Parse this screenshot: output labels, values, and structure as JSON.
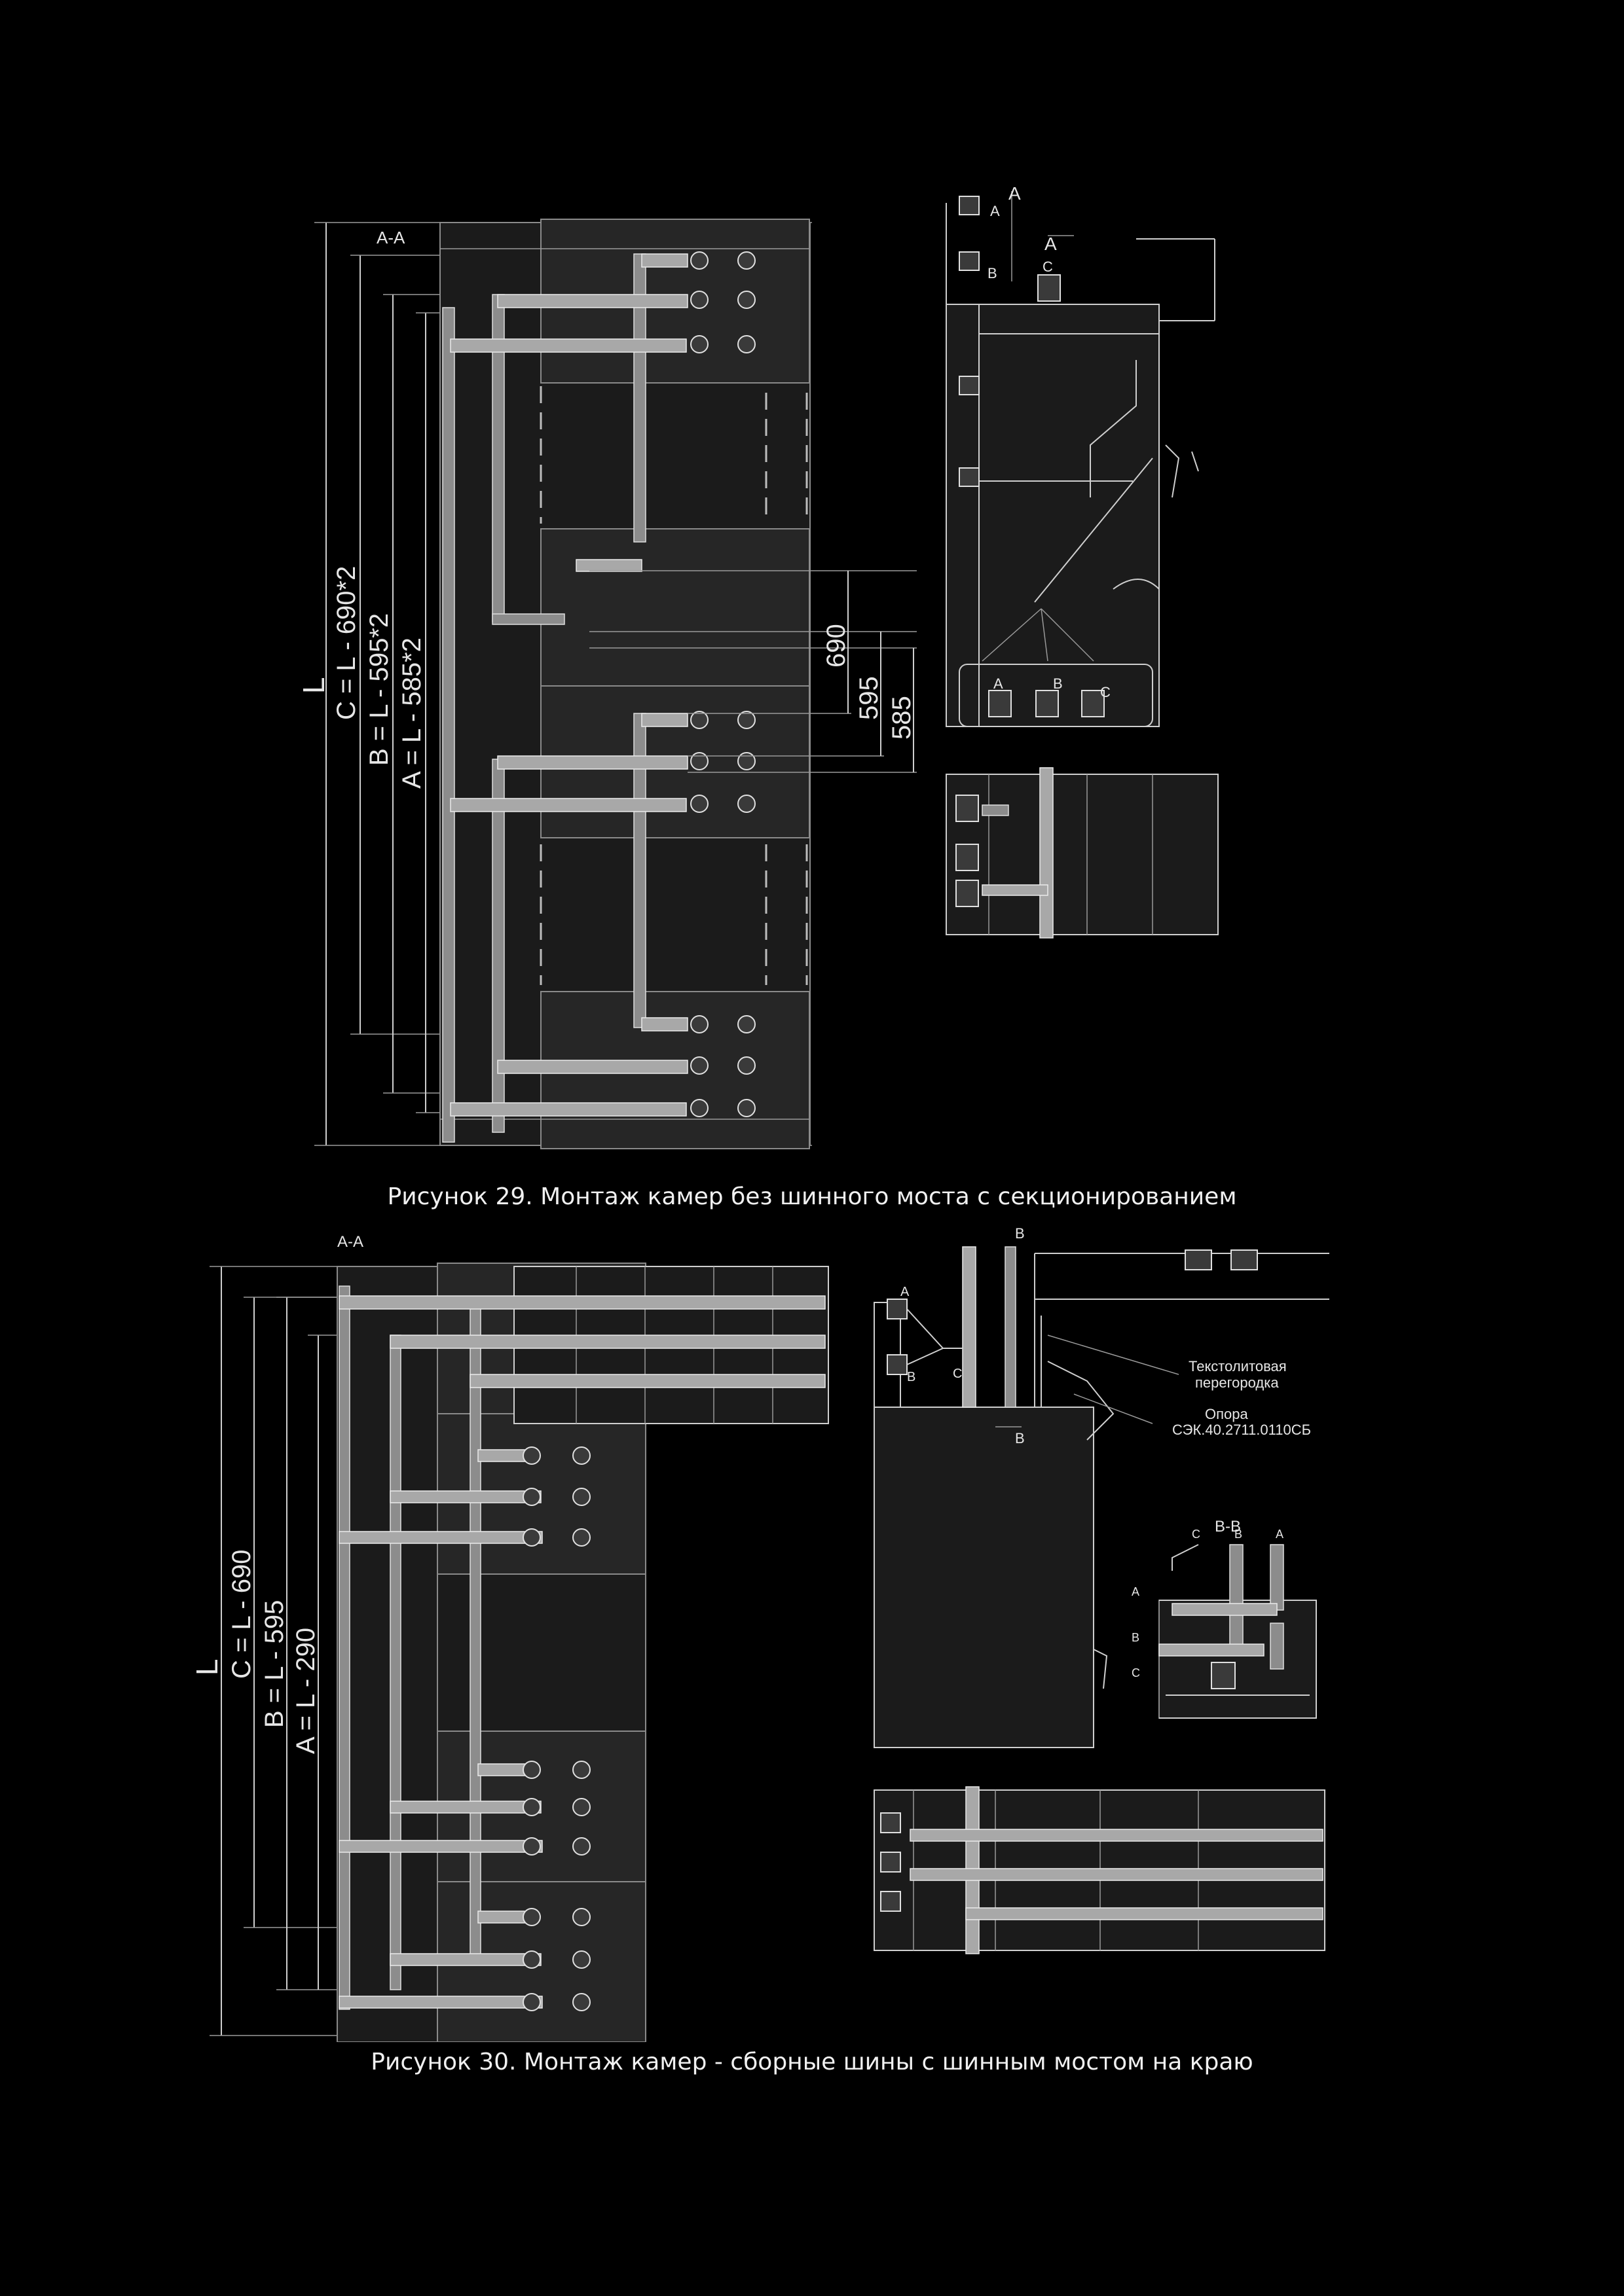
{
  "figure29": {
    "caption": "Рисунок 29. Монтаж камер без шинного моста с секционированием",
    "section_label": "A-A",
    "dim_L": "L",
    "dim_C": "C = L - 690*2",
    "dim_B": "B = L - 595*2",
    "dim_A": "A = L - 585*2",
    "dim_690": "690",
    "dim_595": "595",
    "dim_585": "585",
    "side_label_A": "A",
    "side_label_B": "B",
    "side_label_C": "C"
  },
  "figure30": {
    "caption": "Рисунок 30. Монтаж камер - сборные шины с шинным мостом на краю",
    "section_label": "A-A",
    "dim_L": "L",
    "dim_C": "C = L - 690",
    "dim_B": "B = L - 595",
    "dim_A": "A = L - 290",
    "note_partition_1": "Текстолитовая",
    "note_partition_2": "перегородка",
    "note_support_1": "Опора",
    "note_support_2": "СЭК.40.2711.0110СБ",
    "section_bb": "B-B",
    "side_label_A": "A",
    "side_label_B": "B",
    "side_label_C": "C"
  }
}
